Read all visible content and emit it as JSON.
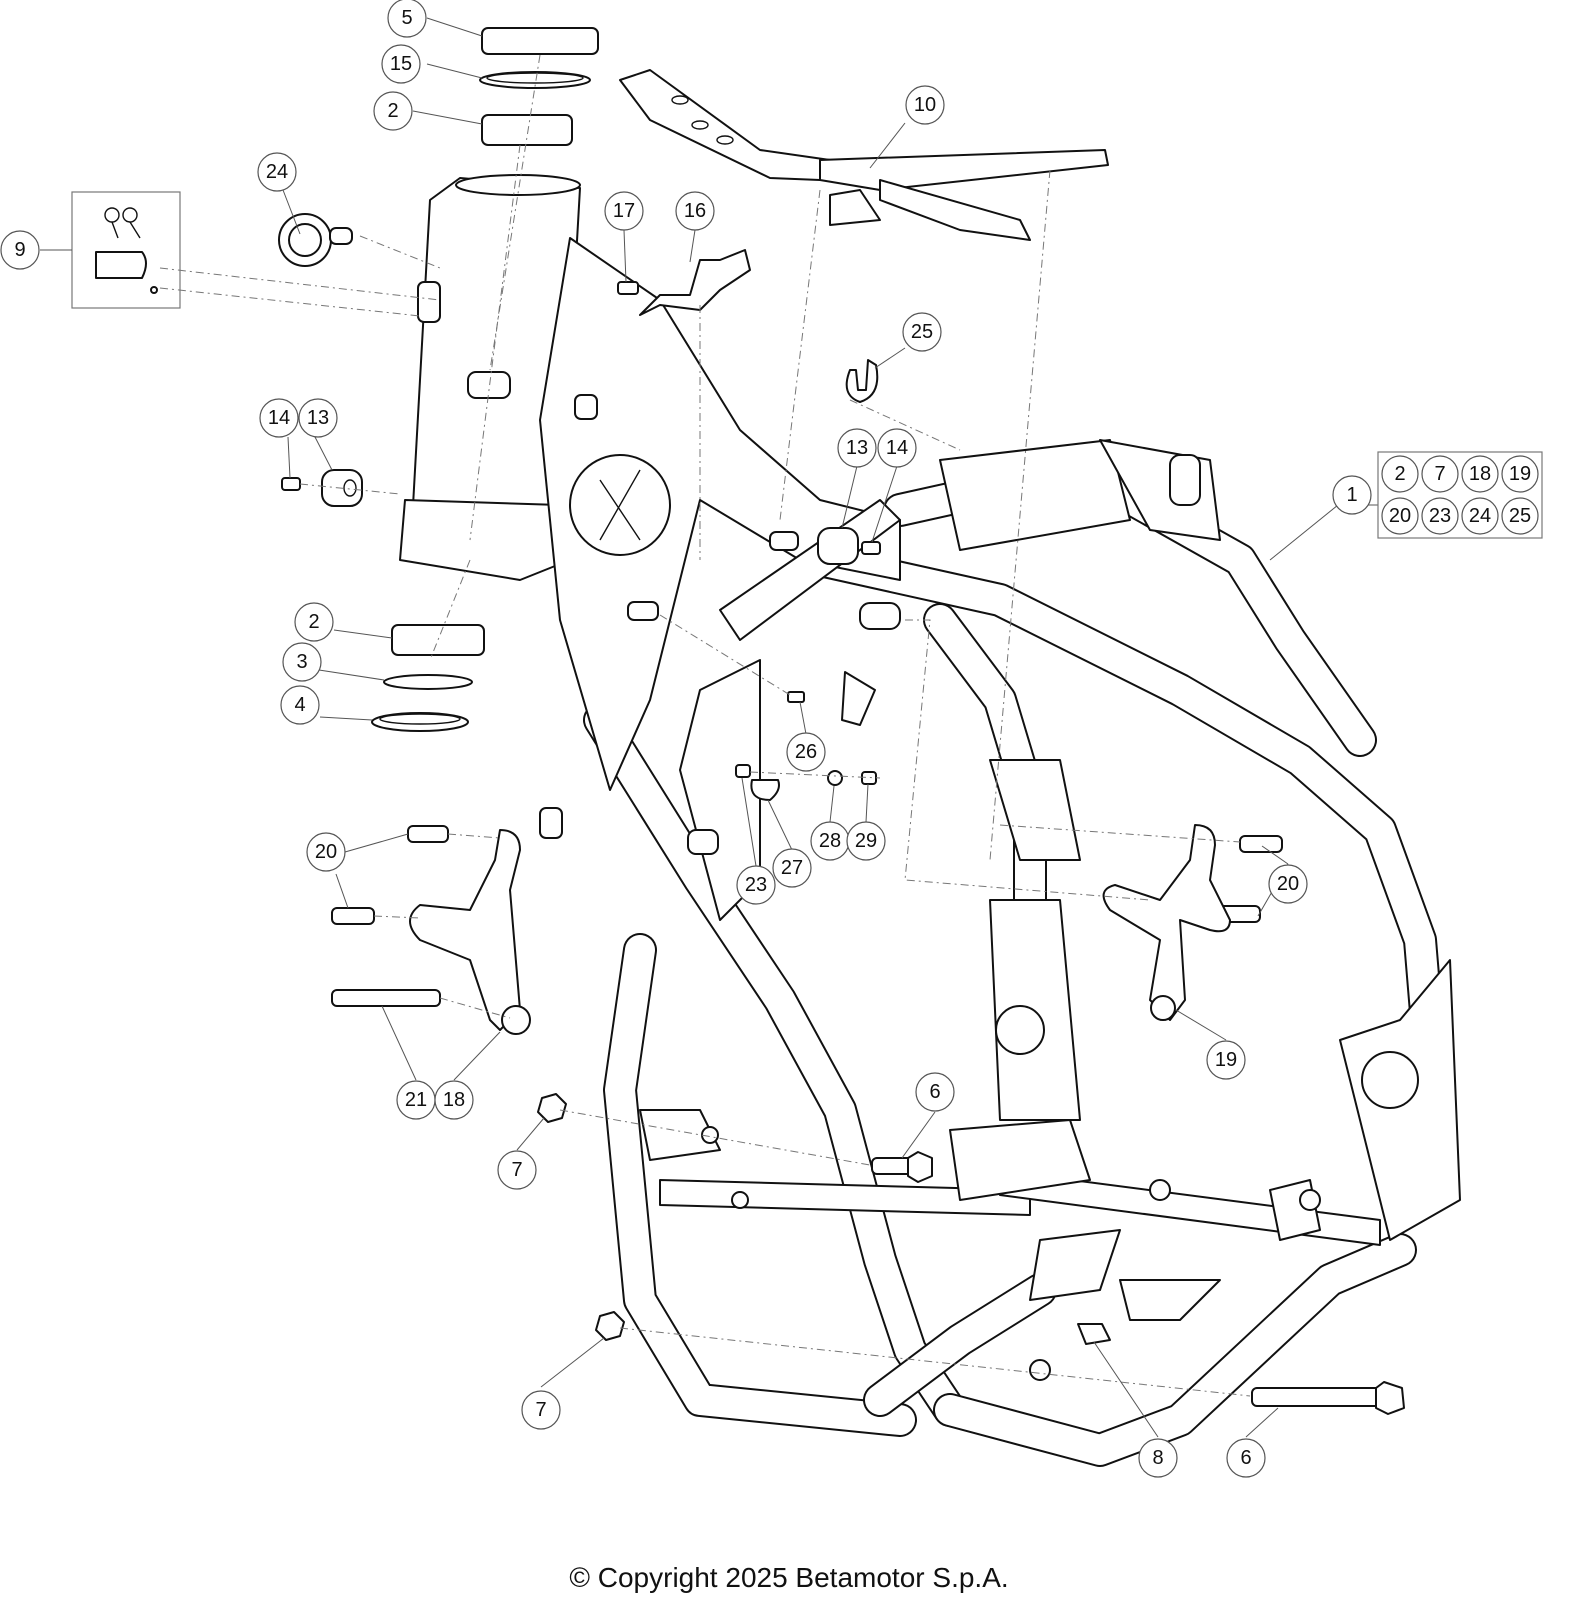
{
  "callouts": [
    {
      "id": "c5",
      "label": "5"
    },
    {
      "id": "c15",
      "label": "15"
    },
    {
      "id": "c2a",
      "label": "2"
    },
    {
      "id": "c24",
      "label": "24"
    },
    {
      "id": "c9",
      "label": "9"
    },
    {
      "id": "c17",
      "label": "17"
    },
    {
      "id": "c16",
      "label": "16"
    },
    {
      "id": "c10",
      "label": "10"
    },
    {
      "id": "c25",
      "label": "25"
    },
    {
      "id": "c14a",
      "label": "14"
    },
    {
      "id": "c13a",
      "label": "13"
    },
    {
      "id": "c13b",
      "label": "13"
    },
    {
      "id": "c14b",
      "label": "14"
    },
    {
      "id": "c1",
      "label": "1"
    },
    {
      "id": "c2b",
      "label": "2"
    },
    {
      "id": "c3",
      "label": "3"
    },
    {
      "id": "c4",
      "label": "4"
    },
    {
      "id": "c26",
      "label": "26"
    },
    {
      "id": "c28",
      "label": "28"
    },
    {
      "id": "c29",
      "label": "29"
    },
    {
      "id": "c23",
      "label": "23"
    },
    {
      "id": "c27",
      "label": "27"
    },
    {
      "id": "c20a",
      "label": "20"
    },
    {
      "id": "c20b",
      "label": "20"
    },
    {
      "id": "c19",
      "label": "19"
    },
    {
      "id": "c21",
      "label": "21"
    },
    {
      "id": "c18",
      "label": "18"
    },
    {
      "id": "c6a",
      "label": "6"
    },
    {
      "id": "c7a",
      "label": "7"
    },
    {
      "id": "c7b",
      "label": "7"
    },
    {
      "id": "c8",
      "label": "8"
    },
    {
      "id": "c6b",
      "label": "6"
    }
  ],
  "kit_box": {
    "row1": [
      "2",
      "7",
      "18",
      "19"
    ],
    "row2": [
      "20",
      "23",
      "24",
      "25"
    ]
  },
  "copyright": "© Copyright 2025 Betamotor S.p.A."
}
